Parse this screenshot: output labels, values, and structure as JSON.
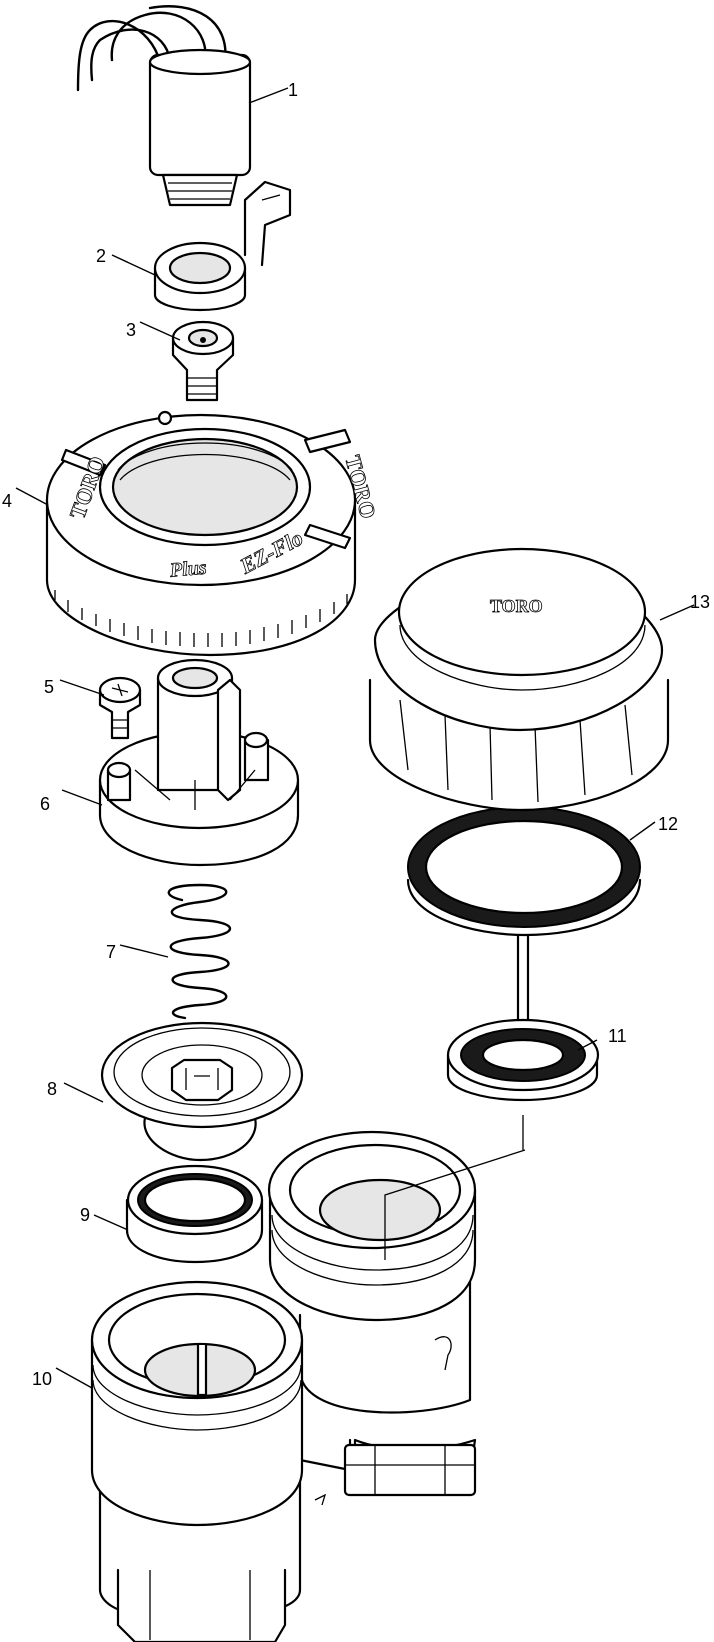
{
  "callouts": [
    "1",
    "2",
    "3",
    "4",
    "5",
    "6",
    "7",
    "8",
    "9",
    "10",
    "11",
    "12",
    "13"
  ],
  "markings": {
    "brand": "TORO",
    "product_a": "EZ-Flo",
    "product_b": "Plus"
  }
}
